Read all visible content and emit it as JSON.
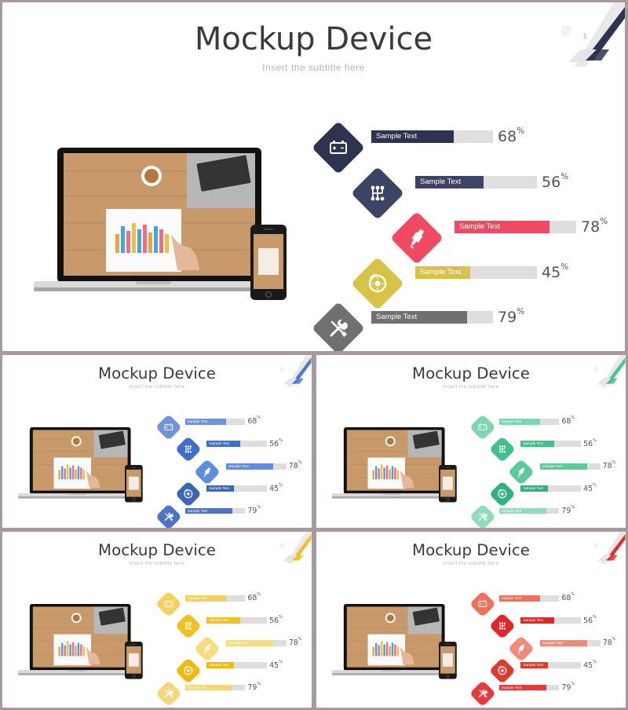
{
  "slides": [
    {
      "id": "main",
      "title": "Mockup Device",
      "subtitle": "Insert the subtitle here",
      "page_number": "1",
      "theme": [
        "#2e3350",
        "#3d4363",
        "#f04a63",
        "#d8c347",
        "#707070"
      ],
      "accent_corner": "#2e3350",
      "items": [
        {
          "label": "Sample Text",
          "percent": 68,
          "icon": "battery-icon"
        },
        {
          "label": "Sample Text",
          "percent": 56,
          "icon": "gear-shift-icon"
        },
        {
          "label": "Sample Text",
          "percent": 78,
          "icon": "spark-plug-icon"
        },
        {
          "label": "Sample Text",
          "percent": 45,
          "icon": "brake-disc-icon"
        },
        {
          "label": "Sample Text",
          "percent": 79,
          "icon": "tools-icon"
        }
      ]
    },
    {
      "id": "blue",
      "title": "Mockup Device",
      "subtitle": "Insert the subtitle here",
      "page_number": "",
      "theme": [
        "#6f95d8",
        "#3f6fc8",
        "#5b8ee0",
        "#3a66b8",
        "#4b73c8"
      ],
      "accent_corner": "#4a7ad0",
      "items": [
        {
          "label": "Sample Text",
          "percent": 68,
          "icon": "battery-icon"
        },
        {
          "label": "Sample Text",
          "percent": 56,
          "icon": "gear-shift-icon"
        },
        {
          "label": "Sample Text",
          "percent": 78,
          "icon": "spark-plug-icon"
        },
        {
          "label": "Sample Text",
          "percent": 45,
          "icon": "brake-disc-icon"
        },
        {
          "label": "Sample Text",
          "percent": 79,
          "icon": "tools-icon"
        }
      ]
    },
    {
      "id": "green",
      "title": "Mockup Device",
      "subtitle": "Insert the subtitle here",
      "page_number": "",
      "theme": [
        "#7ed6b0",
        "#41c08c",
        "#5acb99",
        "#2fb37c",
        "#8fdcba"
      ],
      "accent_corner": "#49c290",
      "items": [
        {
          "label": "Sample Text",
          "percent": 68,
          "icon": "battery-icon"
        },
        {
          "label": "Sample Text",
          "percent": 56,
          "icon": "gear-shift-icon"
        },
        {
          "label": "Sample Text",
          "percent": 78,
          "icon": "spark-plug-icon"
        },
        {
          "label": "Sample Text",
          "percent": 45,
          "icon": "brake-disc-icon"
        },
        {
          "label": "Sample Text",
          "percent": 79,
          "icon": "tools-icon"
        }
      ]
    },
    {
      "id": "yellow",
      "title": "Mockup Device",
      "subtitle": "Insert the subtitle here",
      "page_number": "",
      "theme": [
        "#f6d158",
        "#f3c020",
        "#f8dc7c",
        "#f0b90f",
        "#f7d67a"
      ],
      "accent_corner": "#f3c020",
      "items": [
        {
          "label": "Sample Text",
          "percent": 68,
          "icon": "battery-icon"
        },
        {
          "label": "Sample Text",
          "percent": 56,
          "icon": "gear-shift-icon"
        },
        {
          "label": "Sample Text",
          "percent": 78,
          "icon": "spark-plug-icon"
        },
        {
          "label": "Sample Text",
          "percent": 45,
          "icon": "brake-disc-icon"
        },
        {
          "label": "Sample Text",
          "percent": 79,
          "icon": "tools-icon"
        }
      ]
    },
    {
      "id": "red",
      "title": "Mockup Device",
      "subtitle": "Insert the subtitle here",
      "page_number": "",
      "theme": [
        "#f0705a",
        "#e02626",
        "#f28a7a",
        "#e03a2a",
        "#e83a3a"
      ],
      "accent_corner": "#e03030",
      "items": [
        {
          "label": "Sample Text",
          "percent": 68,
          "icon": "battery-icon"
        },
        {
          "label": "Sample Text",
          "percent": 56,
          "icon": "gear-shift-icon"
        },
        {
          "label": "Sample Text",
          "percent": 78,
          "icon": "spark-plug-icon"
        },
        {
          "label": "Sample Text",
          "percent": 45,
          "icon": "brake-disc-icon"
        },
        {
          "label": "Sample Text",
          "percent": 79,
          "icon": "tools-icon"
        }
      ]
    }
  ]
}
